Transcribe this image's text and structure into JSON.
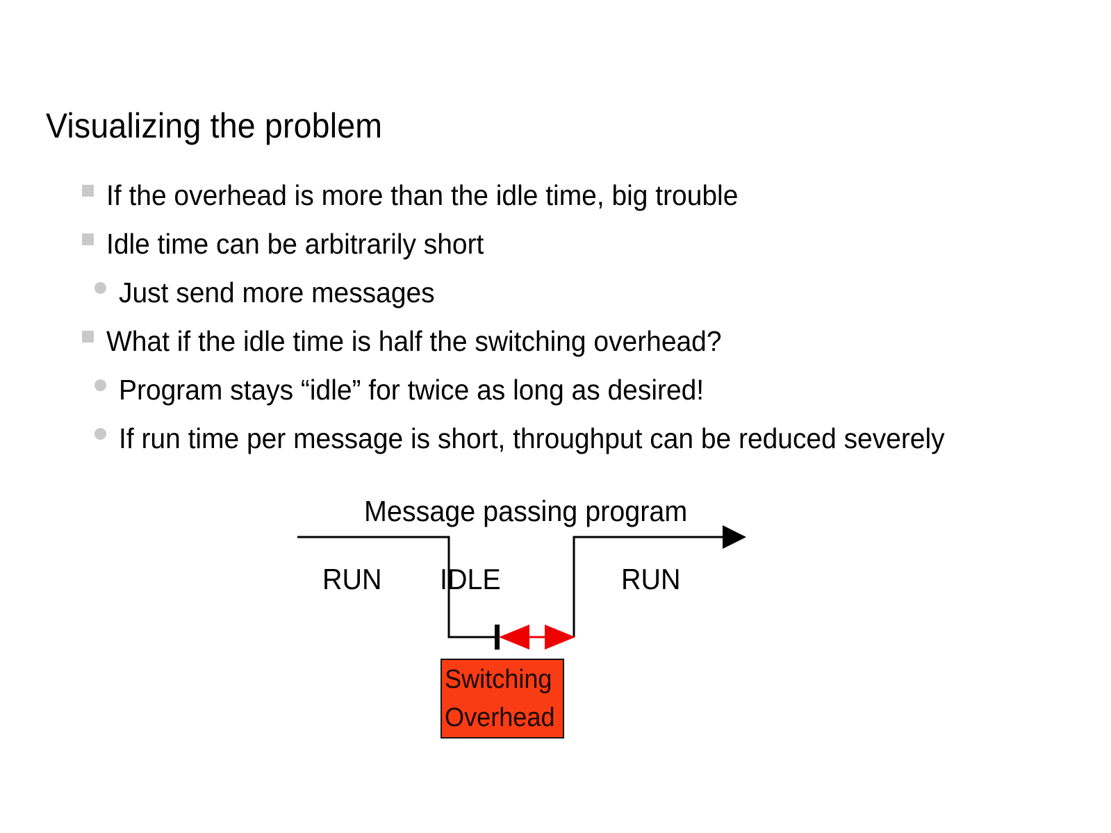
{
  "slide": {
    "title": "Visualizing the problem",
    "background_color": "#ffffff",
    "text_color": "#000000"
  },
  "body": {
    "bullets": [
      {
        "level": 1,
        "marker": "square-bullet",
        "text": "If the overhead is more than the idle time, big trouble"
      },
      {
        "level": 1,
        "marker": "square-bullet",
        "text": "Idle time can be arbitrarily short"
      },
      {
        "level": 2,
        "marker": "dot-bullet",
        "text": "Just send more messages"
      },
      {
        "level": 1,
        "marker": "square-bullet",
        "text": "What if the idle time is half the switching overhead?"
      },
      {
        "level": 2,
        "marker": "dot-bullet",
        "text": "Program stays “idle” for twice as long as desired!"
      },
      {
        "level": 2,
        "marker": "dot-bullet",
        "text": "If run time per message is short, throughput can be reduced severely"
      }
    ],
    "marker_color": "#c9c9c9"
  },
  "diagram": {
    "caption": "Message passing program",
    "phase_labels": {
      "run_first": "RUN",
      "idle": "IDLE",
      "run_second": "RUN"
    },
    "timeline_color": "#000000",
    "measure_arrow_color": "#ee0000",
    "overhead_box": {
      "line1": "Switching",
      "line2": "Overhead",
      "fill_color": "#fa3c14",
      "border_color": "#151515",
      "text_color": "#1a0a05"
    }
  }
}
